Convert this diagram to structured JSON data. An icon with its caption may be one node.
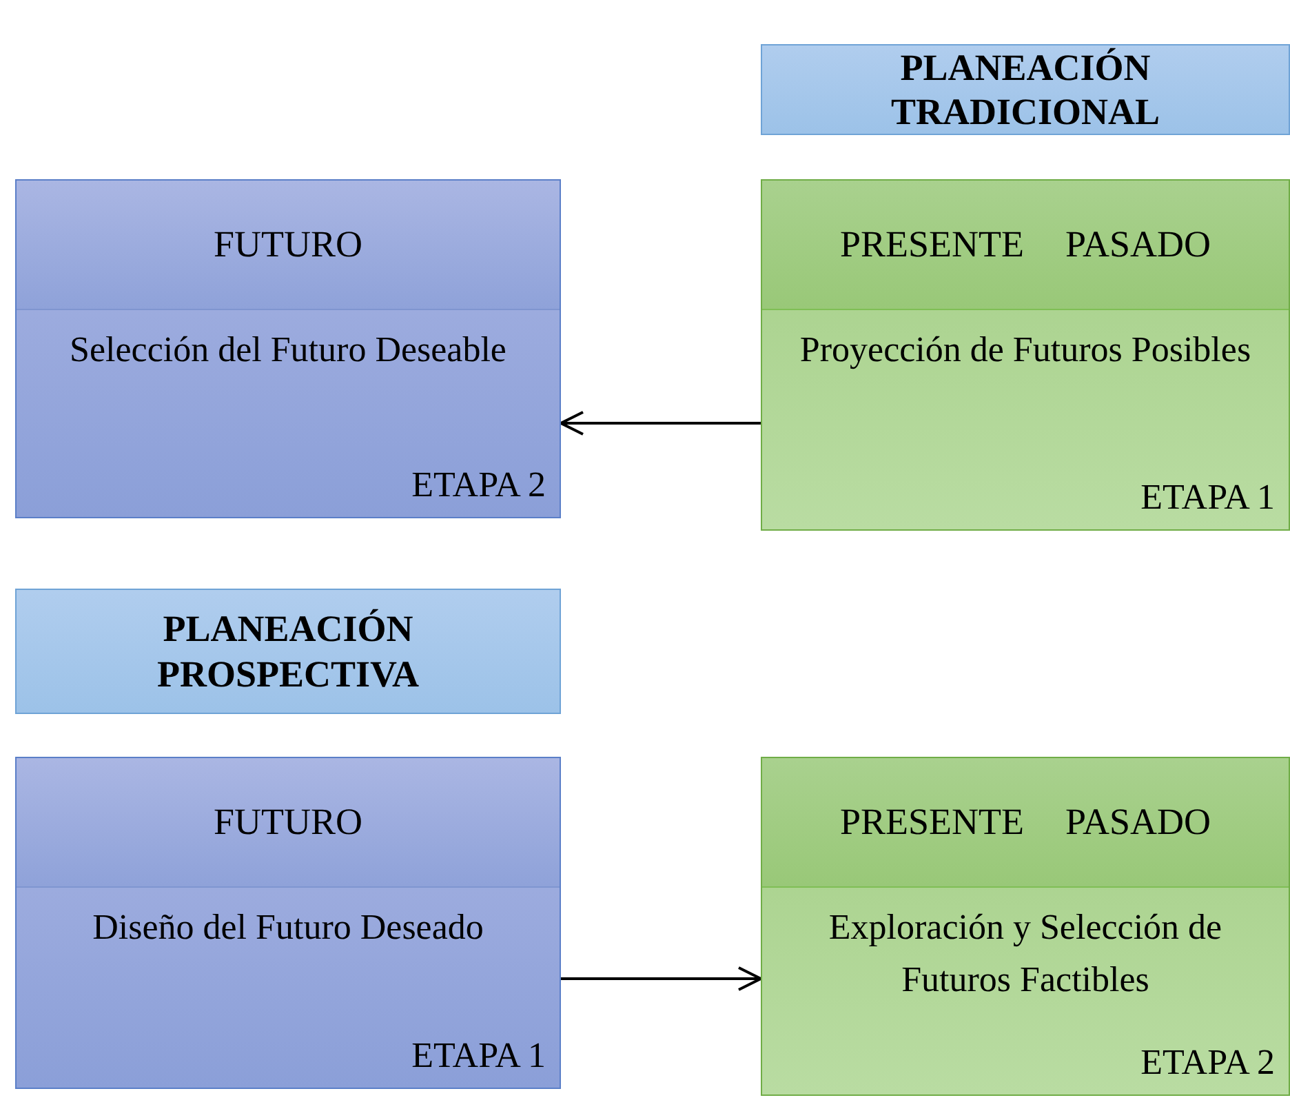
{
  "diagram": {
    "nodes": [
      {
        "text": [
          "PLANEACIÓN TRADICIONAL"
        ]
      },
      {
        "text": [
          "FUTURO",
          "Selección del Futuro Deseable",
          "ETAPA 2"
        ]
      },
      {
        "text": [
          "PRESENTE",
          "PASADO",
          "Proyección de Futuros Posibles",
          "ETAPA 1"
        ]
      },
      {
        "text": [
          "PLANEACIÓN PROSPECTIVA"
        ]
      },
      {
        "text": [
          "FUTURO",
          "Diseño del Futuro Deseado",
          "ETAPA 1"
        ]
      },
      {
        "text": [
          "PRESENTE",
          "PASADO",
          "Exploración y Selección de Futuros Factibles",
          "ETAPA 2"
        ]
      }
    ],
    "edges": [
      {
        "from": 2,
        "to": 1,
        "arrow": "to"
      },
      {
        "from": 4,
        "to": 5,
        "arrow": "to"
      }
    ]
  }
}
